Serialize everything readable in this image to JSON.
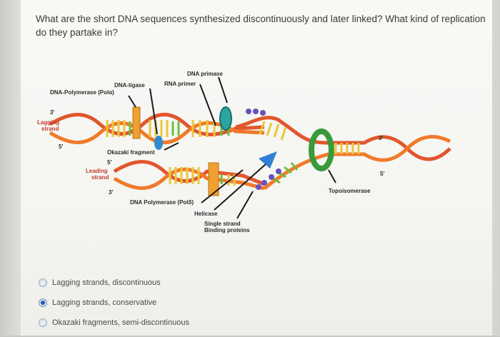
{
  "question": {
    "text": "What are the short DNA sequences synthesized discontinuously and later linked? What kind of replication do they partake in?"
  },
  "diagram": {
    "labels": {
      "dna_primase": "DNA primase",
      "dna_ligase": "DNA-ligase",
      "rna_primer": "RNA primer",
      "dna_polymerase_alpha": "DNA-Polymerase (Polα)",
      "three_prime_top": "3'",
      "lagging_strand_top_1": "Lagging",
      "lagging_strand_top_2": "strand",
      "five_prime_left": "5'",
      "okazaki_fragment": "Okazaki fragment",
      "five_prime_mid": "5'",
      "leading_strand_1": "Leading",
      "leading_strand_2": "strand",
      "three_prime_bottom": "3'",
      "dna_polymerase_delta": "DNA Polymerase (Polδ)",
      "helicase": "Helicase",
      "ssb_1": "Single strand",
      "ssb_2": "Binding proteins",
      "topoisomerase": "Topoisomerase",
      "three_prime_right": "3'",
      "five_prime_right": "5'"
    }
  },
  "options": [
    {
      "label": "Lagging strands, discontinuous",
      "selected": false
    },
    {
      "label": "Lagging strands, conservative",
      "selected": true
    },
    {
      "label": "Okazaki fragments, semi-discontinuous",
      "selected": false
    }
  ],
  "colors": {
    "strand_red": "#d94a2a",
    "strand_orange": "#f08a24",
    "base_yellow": "#e9c93a",
    "base_green": "#6cbf3a",
    "topoisomerase_green": "#3a9a3a",
    "helicase_blue": "#2f7fd4",
    "ssb_purple": "#6a4fc2",
    "polymerase_orange": "#f0a030"
  }
}
